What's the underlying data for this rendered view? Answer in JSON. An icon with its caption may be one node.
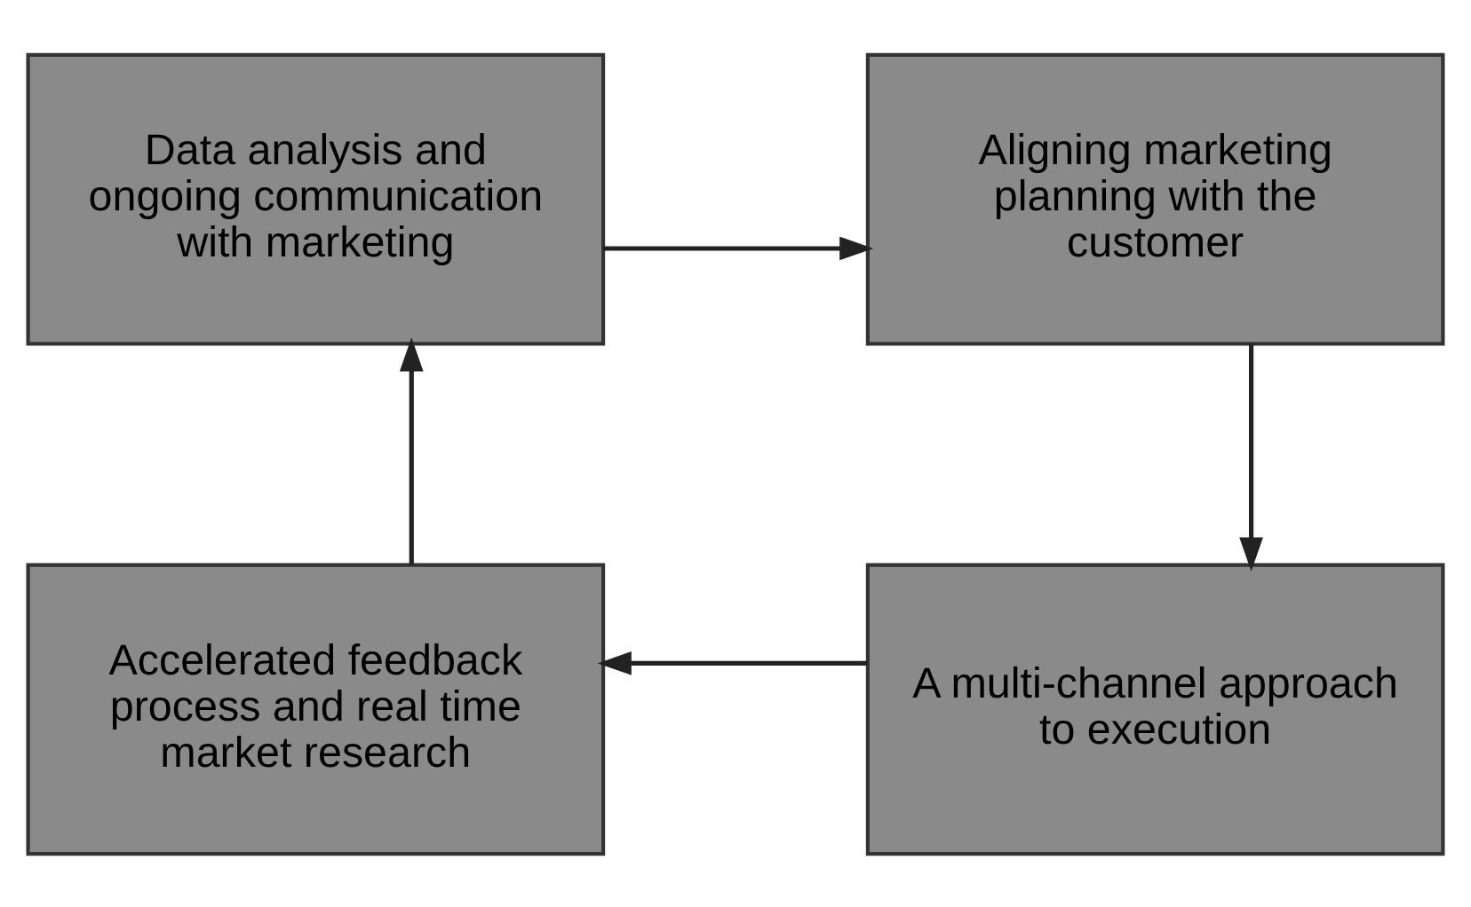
{
  "diagram": {
    "nodes": [
      {
        "text": [
          "Data analysis and ongoing communication with marketing"
        ]
      },
      {
        "text": [
          "Aligning marketing planning with the customer"
        ]
      },
      {
        "text": [
          "A multi-channel approach to execution"
        ]
      },
      {
        "text": [
          "Accelerated feedback process and real time market research"
        ]
      }
    ],
    "edges": [
      {
        "from": 0,
        "to": 1,
        "arrow": "to"
      },
      {
        "from": 1,
        "to": 2,
        "arrow": "to"
      },
      {
        "from": 2,
        "to": 3,
        "arrow": "to"
      },
      {
        "from": 3,
        "to": 0,
        "arrow": "to"
      }
    ]
  }
}
